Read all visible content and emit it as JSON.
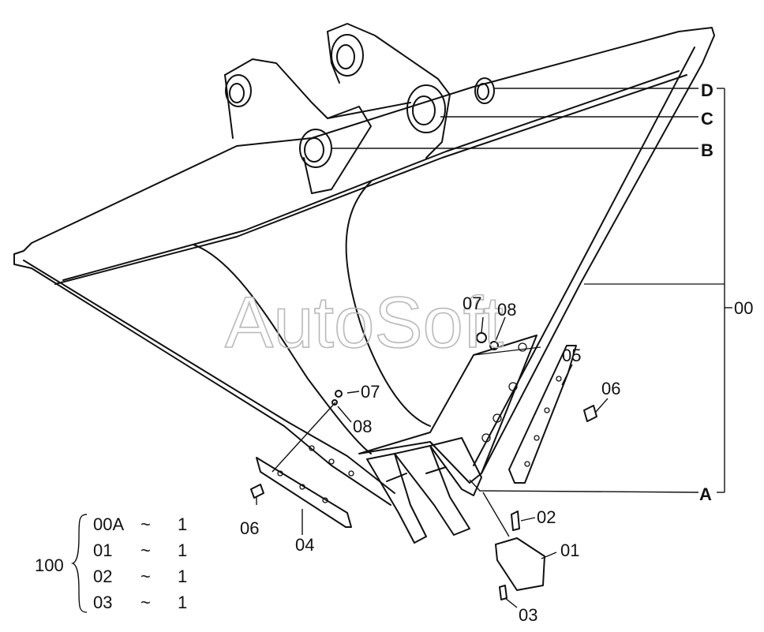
{
  "watermark": "AutoSoft",
  "callouts": {
    "D": "D",
    "C": "C",
    "B": "B",
    "A": "A",
    "assembly": "00"
  },
  "part_labels": {
    "p07_top": "07",
    "p08_top": "08",
    "p05": "05",
    "p06_right": "06",
    "p07_left": "07",
    "p08_left": "08",
    "p06_left": "06",
    "p04": "04",
    "p02": "02",
    "p01": "01",
    "p03": "03"
  },
  "parts_table": {
    "group": "100",
    "rows": [
      {
        "code": "00A",
        "sep": "~",
        "qty": "1"
      },
      {
        "code": "01",
        "sep": "~",
        "qty": "1"
      },
      {
        "code": "02",
        "sep": "~",
        "qty": "1"
      },
      {
        "code": "03",
        "sep": "~",
        "qty": "1"
      }
    ]
  }
}
